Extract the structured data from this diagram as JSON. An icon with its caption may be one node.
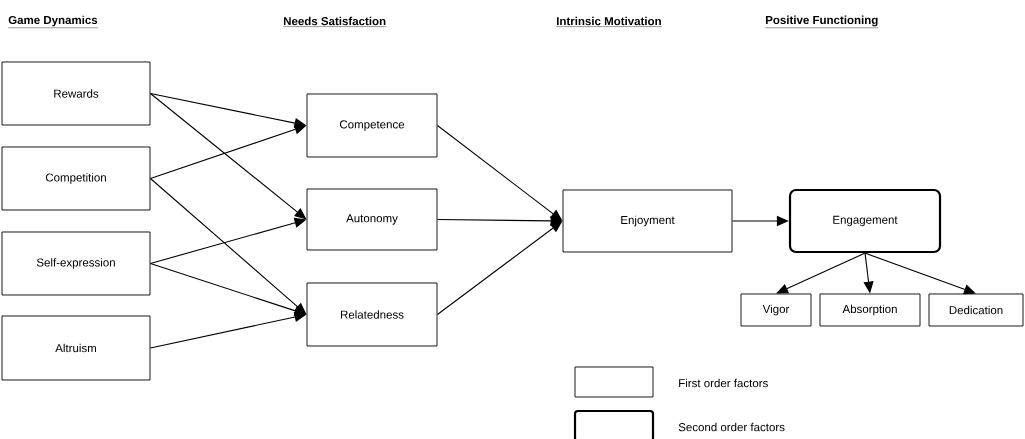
{
  "diagram": {
    "nodes": [
      {
        "text": [
          "Rewards"
        ]
      },
      {
        "text": [
          "Competition"
        ]
      },
      {
        "text": [
          "Self-expression"
        ]
      },
      {
        "text": [
          "Altruism"
        ]
      },
      {
        "text": [
          "Competence"
        ]
      },
      {
        "text": [
          "Autonomy"
        ]
      },
      {
        "text": [
          "Relatedness"
        ]
      },
      {
        "text": [
          "Enjoyment"
        ]
      },
      {
        "text": [
          "Engagement"
        ]
      },
      {
        "text": [
          "Vigor"
        ]
      },
      {
        "text": [
          "Absorption"
        ]
      },
      {
        "text": [
          "Dedication"
        ]
      }
    ],
    "edges": [
      {
        "from": 0,
        "to": 4,
        "arrow": "to"
      },
      {
        "from": 0,
        "to": 5,
        "arrow": "to"
      },
      {
        "from": 1,
        "to": 4,
        "arrow": "to"
      },
      {
        "from": 1,
        "to": 6,
        "arrow": "to"
      },
      {
        "from": 2,
        "to": 5,
        "arrow": "to"
      },
      {
        "from": 2,
        "to": 6,
        "arrow": "to"
      },
      {
        "from": 3,
        "to": 6,
        "arrow": "to"
      },
      {
        "from": 4,
        "to": 7,
        "arrow": "to"
      },
      {
        "from": 5,
        "to": 7,
        "arrow": "to"
      },
      {
        "from": 6,
        "to": 7,
        "arrow": "to"
      },
      {
        "from": 7,
        "to": 8,
        "arrow": "to"
      },
      {
        "from": 8,
        "to": 9,
        "arrow": "to"
      },
      {
        "from": 8,
        "to": 10,
        "arrow": "to"
      },
      {
        "from": 8,
        "to": 11,
        "arrow": "to"
      }
    ],
    "labels": [
      "Game Dynamics",
      "Needs Satisfaction",
      "Intrinsic Motivation",
      "Positive Functioning"
    ],
    "legend": [
      {
        "text": "First order factors"
      },
      {
        "text": "Second order factors"
      }
    ]
  }
}
